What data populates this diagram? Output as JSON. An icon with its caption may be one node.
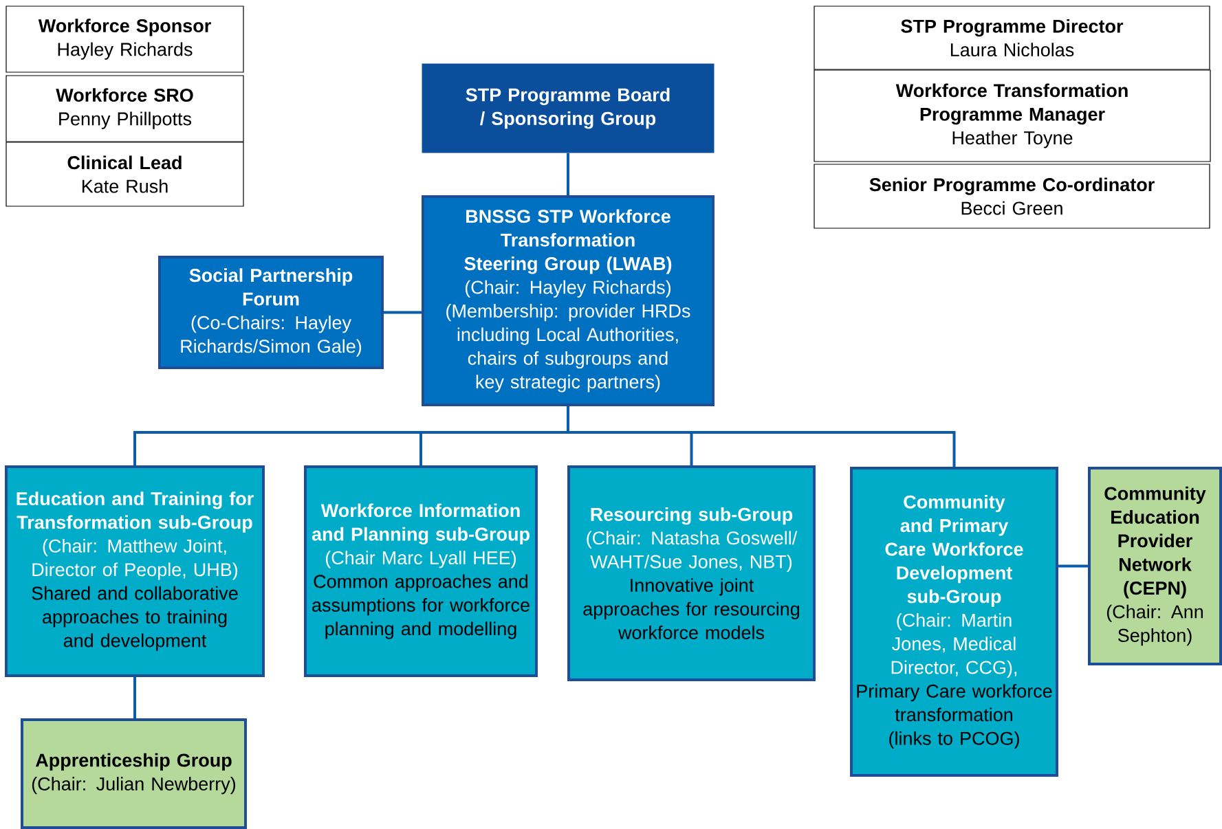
{
  "diagram": {
    "nodes": [
      {
        "text": [
          "Workforce Sponsor",
          "Hayley Richards"
        ]
      },
      {
        "text": [
          "Workforce SRO",
          "Penny Phillpotts"
        ]
      },
      {
        "text": [
          "Clinical Lead",
          "Kate Rush"
        ]
      },
      {
        "text": [
          "STP Programme Board / Sponsoring Group"
        ]
      },
      {
        "text": [
          "STP Programme Director",
          "Laura Nicholas"
        ]
      },
      {
        "text": [
          "Workforce Transformation Programme Manager",
          "Heather Toyne"
        ]
      },
      {
        "text": [
          "Senior Programme Co-ordinator",
          "Becci Green"
        ]
      },
      {
        "text": [
          "Social Partnership Forum",
          "(Co-Chairs: Hayley Richards/Simon Gale)"
        ]
      },
      {
        "text": [
          "BNSSG STP Workforce Transformation Steering Group (LWAB)",
          "(Chair: Hayley Richards)",
          "(Membership: provider HRDs including Local Authorities, chairs of subgroups and key strategic partners)"
        ]
      },
      {
        "text": [
          "Education and Training for Transformation sub-Group",
          "(Chair: Matthew Joint, Director of People, UHB)",
          "Shared and collaborative approaches to training and development"
        ]
      },
      {
        "text": [
          "Workforce Information and Planning sub-Group",
          "(Chair Marc Lyall HEE)",
          "Common approaches and assumptions for workforce planning and modelling"
        ]
      },
      {
        "text": [
          "Resourcing sub-Group",
          "(Chair: Natasha Goswell/ WAHT/Sue Jones, NBT)",
          "Innovative joint approaches for resourcing workforce models"
        ]
      },
      {
        "text": [
          "Community and Primary Care Workforce Development sub-Group",
          "(Chair: Martin Jones, Medical Director, CCG),",
          "Primary Care workforce transformation (links to PCOG)"
        ]
      },
      {
        "text": [
          "Community Education Provider Network (CEPN)",
          "(Chair: Ann Sephton)"
        ]
      },
      {
        "text": [
          "Apprenticeship Group",
          "(Chair: Julian Newberry)"
        ]
      }
    ],
    "edges": [
      {
        "from": 3,
        "to": 8,
        "arrow": "none"
      },
      {
        "from": 7,
        "to": 8,
        "arrow": "none"
      },
      {
        "from": 8,
        "to": 9,
        "arrow": "none"
      },
      {
        "from": 8,
        "to": 10,
        "arrow": "none"
      },
      {
        "from": 8,
        "to": 11,
        "arrow": "none"
      },
      {
        "from": 8,
        "to": 12,
        "arrow": "none"
      },
      {
        "from": 9,
        "to": 14,
        "arrow": "none"
      },
      {
        "from": 12,
        "to": 13,
        "arrow": "none"
      }
    ]
  }
}
